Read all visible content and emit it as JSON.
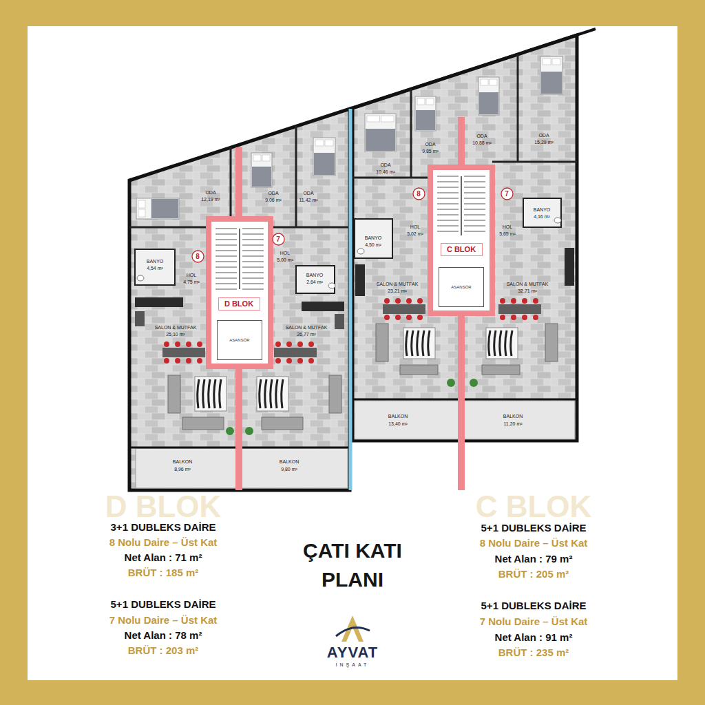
{
  "diagram": {
    "title": "ÇATI KATI PLANI",
    "nodes": [
      {
        "text": [
          "D BLOK"
        ]
      },
      {
        "text": [
          "ASANSÖR"
        ]
      },
      {
        "text": [
          "8"
        ]
      },
      {
        "text": [
          "7"
        ]
      },
      {
        "text": [
          "C BLOK"
        ]
      },
      {
        "text": [
          "ASANSÖR"
        ]
      },
      {
        "text": [
          "8"
        ]
      },
      {
        "text": [
          "7"
        ]
      }
    ],
    "labels": [
      "ODA",
      "12,19 m²",
      "ODA",
      "9,06 m²",
      "ODA",
      "11,42 m²",
      "HOL",
      "5,00 m²",
      "BANYO",
      "2,64 m²",
      "BANYO",
      "4,54 m²",
      "HOL",
      "4,75 m²",
      "SALON & MUTFAK",
      "25,10 m²",
      "SALON & MUTFAK",
      "26,77 m²",
      "BALKON",
      "8,96 m²",
      "BALKON",
      "9,80 m²",
      "ODA",
      "10,46 m²",
      "ODA",
      "9,85 m²",
      "ODA",
      "10,88 m²",
      "ODA",
      "15,29 m²",
      "HOL",
      "5,02 m²",
      "BANYO",
      "4,50 m²",
      "HOL",
      "5,65 m²",
      "BANYO",
      "4,16 m²",
      "SALON & MUTFAK",
      "23,21 m²",
      "SALON & MUTFAK",
      "32,71 m²",
      "BALKON",
      "13,40 m²",
      "BALKON",
      "11,20 m²",
      "D BLOK",
      "C BLOK",
      "3+1 DUBLEKS DAİRE",
      "8 Nolu Daire – Üst Kat",
      "Net Alan : 71 m²",
      "BRÜT : 185 m²",
      "5+1 DUBLEKS DAİRE",
      "7 Nolu Daire – Üst Kat",
      "Net Alan : 78 m²",
      "BRÜT : 203 m²",
      "5+1 DUBLEKS DAİRE",
      "8 Nolu Daire – Üst Kat",
      "Net Alan : 79 m²",
      "BRÜT : 205 m²",
      "5+1 DUBLEKS DAİRE",
      "7 Nolu Daire – Üst Kat",
      "Net Alan : 91 m²",
      "BRÜT : 235 m²",
      "AYVAT",
      "İNŞAAT"
    ]
  }
}
